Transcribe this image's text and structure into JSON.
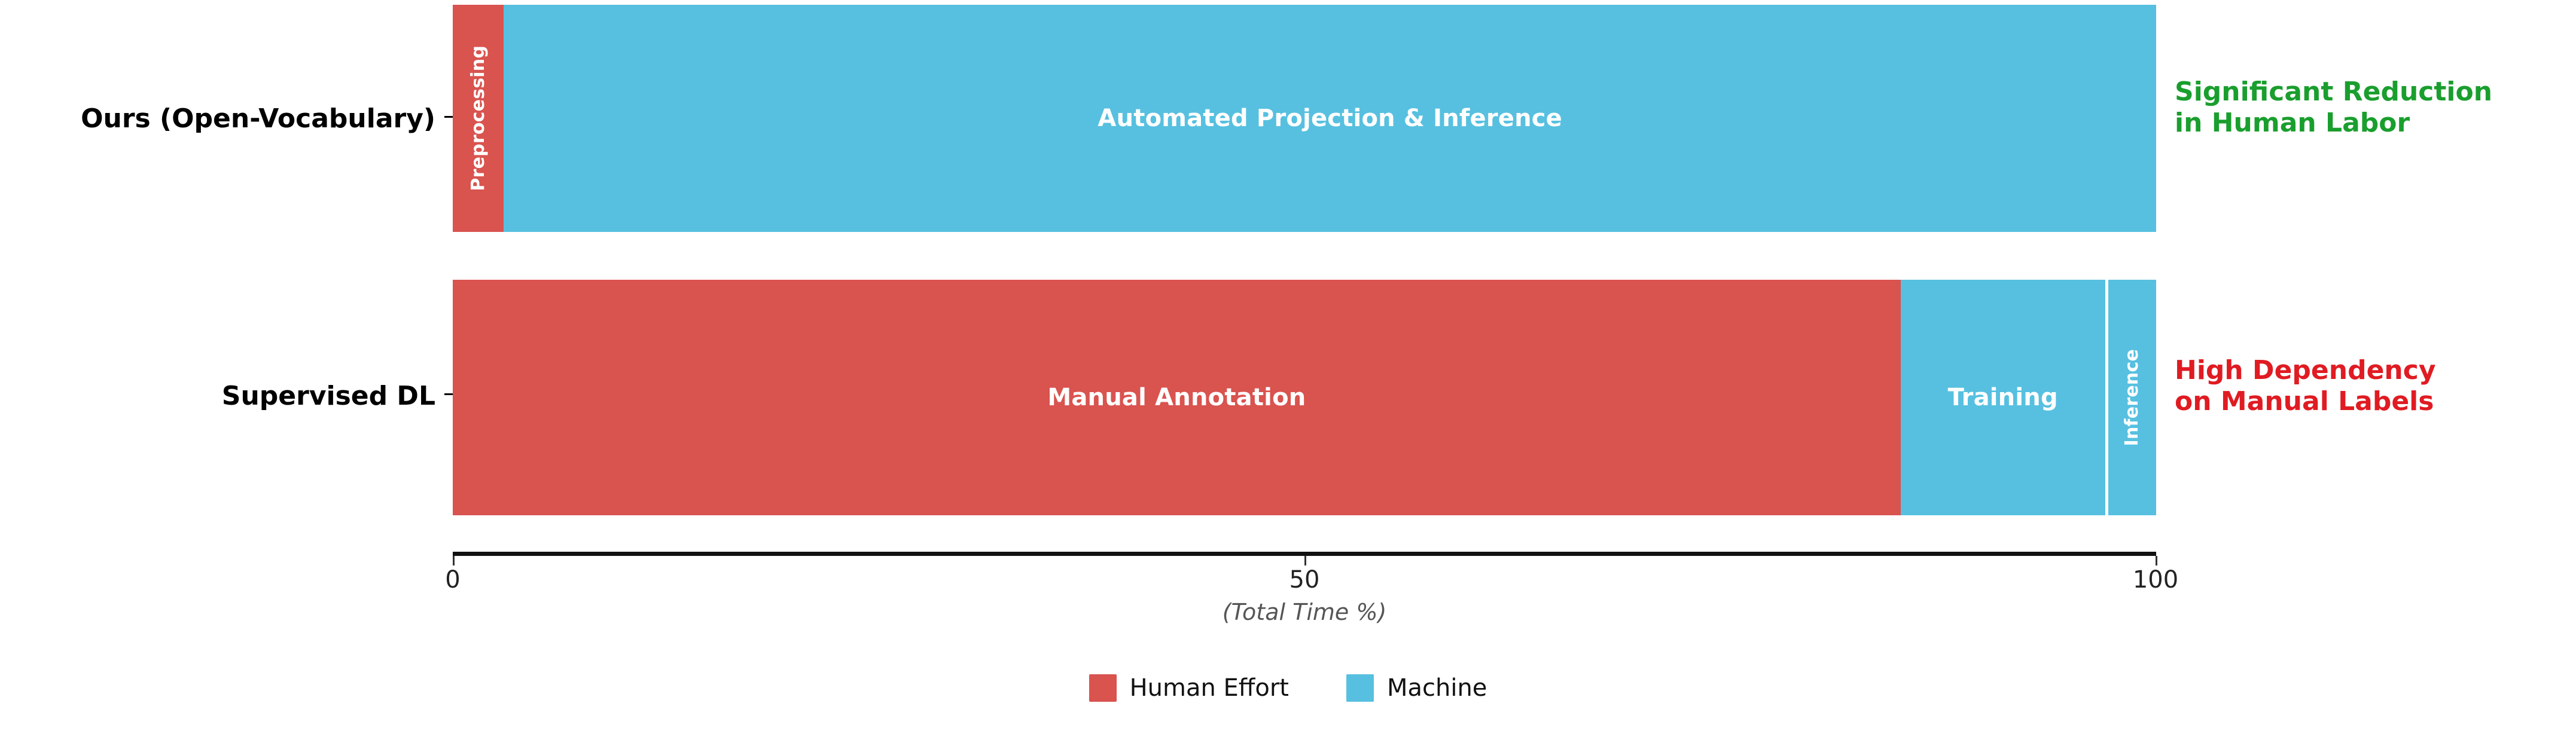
{
  "chart_data": {
    "type": "bar",
    "orientation": "horizontal",
    "stacked": true,
    "title": "",
    "xlabel": "(Total Time %)",
    "ylabel": "",
    "xlim": [
      0,
      100
    ],
    "xticks": [
      0,
      50,
      100
    ],
    "xtick_labels": [
      "0",
      "50",
      "100"
    ],
    "grid": false,
    "categories": [
      "Ours (Open-Vocabulary)",
      "Supervised DL"
    ],
    "legend": {
      "position": "bottom-center",
      "entries": [
        {
          "name": "Human Effort",
          "color": "#d9534f"
        },
        {
          "name": "Machine",
          "color": "#57c0e0"
        }
      ]
    },
    "bars": [
      {
        "category": "Ours (Open-Vocabulary)",
        "segments": [
          {
            "label": "Preprocessing",
            "value": 3,
            "start": 0,
            "series": "Human Effort",
            "color": "#d9534f",
            "label_orientation": "vertical"
          },
          {
            "label": "Automated Projection & Inference",
            "value": 97,
            "start": 3,
            "series": "Machine",
            "color": "#57c0e0",
            "label_orientation": "horizontal"
          }
        ],
        "annotation": "Significant Reduction\nin Human Labor",
        "annotation_color": "#1a9e2e"
      },
      {
        "category": "Supervised DL",
        "segments": [
          {
            "label": "Manual Annotation",
            "value": 85,
            "start": 0,
            "series": "Human Effort",
            "color": "#d9534f",
            "label_orientation": "horizontal"
          },
          {
            "label": "Training",
            "value": 12,
            "start": 85,
            "series": "Machine",
            "color": "#57c0e0",
            "label_orientation": "horizontal"
          },
          {
            "label": "Inference",
            "value": 3,
            "start": 97,
            "series": "Machine",
            "color": "#57c0e0",
            "label_orientation": "vertical"
          }
        ],
        "annotation": "High Dependency\non Manual Labels",
        "annotation_color": "#e01b22"
      }
    ],
    "series": [
      {
        "name": "Human Effort",
        "values": [
          3,
          85
        ]
      },
      {
        "name": "Machine",
        "values": [
          97,
          15
        ]
      }
    ]
  },
  "axis": {
    "x_title": "(Total Time %)",
    "tick_0": "0",
    "tick_50": "50",
    "tick_100": "100"
  },
  "y_labels": {
    "row0": "Ours (Open-Vocabulary)",
    "row1": "Supervised DL"
  },
  "bar0": {
    "seg0_label": "Preprocessing",
    "seg1_label": "Automated Projection & Inference",
    "annotation": "Significant Reduction\nin Human Labor"
  },
  "bar1": {
    "seg0_label": "Manual Annotation",
    "seg1_label": "Training",
    "seg2_label": "Inference",
    "annotation": "High Dependency\non Manual Labels"
  },
  "legend": {
    "item0_label": "Human Effort",
    "item1_label": "Machine"
  },
  "colors": {
    "human_effort": "#d9534f",
    "machine": "#57c0e0",
    "annotation_positive": "#1a9e2e",
    "annotation_negative": "#e01b22",
    "axis": "#111111",
    "background": "#ffffff"
  }
}
